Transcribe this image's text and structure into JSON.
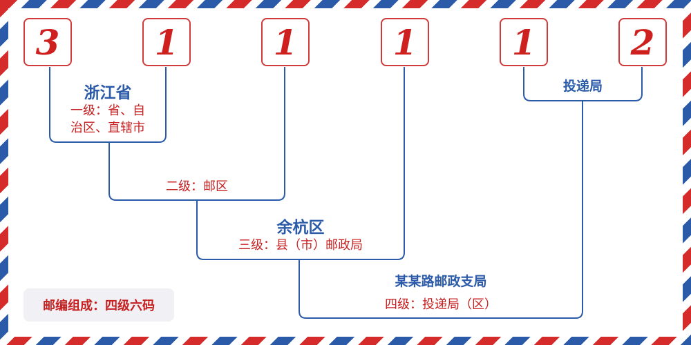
{
  "postcode": {
    "digits": [
      "3",
      "1",
      "1",
      "1",
      "1",
      "2"
    ]
  },
  "levels": {
    "province_name": "浙江省",
    "level1_line1": "一级：省、自",
    "level1_line2": "治区、直辖市",
    "level2": "二级：邮区",
    "district_name": "余杭区",
    "level3": "三级：县（市）邮政局",
    "branch_name": "某某路邮政支局",
    "level4": "四级：投递局（区）",
    "delivery": "投递局"
  },
  "legend": {
    "text": "邮编组成：四级六码"
  },
  "colors": {
    "red": "#d62b2b",
    "blue": "#2a5aa8",
    "text_red": "#c62020"
  }
}
